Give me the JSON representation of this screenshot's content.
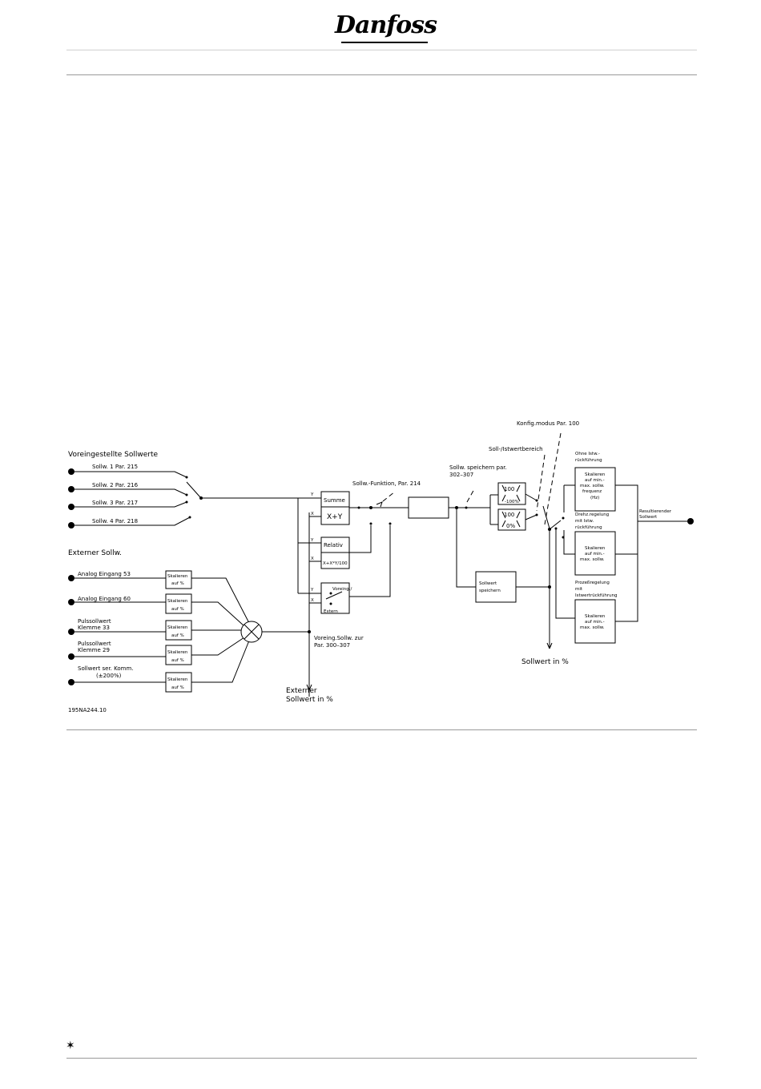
{
  "header": {
    "logo_text": "Danfoss"
  },
  "diagram": {
    "preset_title": "Voreingestellte Sollwerte",
    "presets": [
      "Sollw. 1   Par. 215",
      "Sollw. 2   Par. 216",
      "Sollw. 3   Par. 217",
      "Sollw. 4   Par. 218"
    ],
    "external_title": "Externer  Sollw.",
    "inputs": [
      [
        "Analog  Eingang  53"
      ],
      [
        "Analog  Eingang  60"
      ],
      [
        "Pulssollwert",
        "Klemme  33"
      ],
      [
        "Pulssollwert",
        "Klemme  29"
      ],
      [
        "Sollwert  ser.  Komm.",
        "(±200%)"
      ]
    ],
    "scale_line1": "Skalieren",
    "scale_line2": "auf  %",
    "func_boxes": {
      "summe": "Summe",
      "xplusy": "X+Y",
      "relativ": "Relativ",
      "relformula": "X+X*Y/100",
      "voreing": "Voreing./",
      "extern": "Extern"
    },
    "xy": {
      "x": "X",
      "y": "Y"
    },
    "func_label": "Sollw.-Funktion,  Par. 214",
    "save_label": [
      "Sollw.  speichern  par.",
      "302–307"
    ],
    "range_label": "Soll-/Istwertbereich",
    "config_label": "Konfig.modus  Par.  100",
    "range_box1": [
      "100",
      "-100%"
    ],
    "range_box2": [
      "100",
      "0%"
    ],
    "save_box": [
      "Sollwert",
      "speichern"
    ],
    "mode1_label": [
      "Ohne  Istw.-",
      "rückführung"
    ],
    "mode1_box": [
      "Skalieren",
      "auf  min.-",
      "max.  sollw.",
      "frequenz",
      "(Hz)"
    ],
    "mode2_label": [
      "Drehz.regelung",
      "mit  Istw.",
      "rückführung"
    ],
    "mode2_box": [
      "Skalieren",
      "auf  min.-",
      "max.  sollw."
    ],
    "mode3_label": [
      "Prozeßregelung",
      "mit",
      "Istwertrückführung"
    ],
    "mode3_box": [
      "Skalieren",
      "auf  min.-",
      "max.  sollw."
    ],
    "result_label": [
      "Resultierender",
      "Sollwert"
    ],
    "preset_to_label": [
      "Voreing.Sollw.  zur",
      "Par.  300–307"
    ],
    "ext_pct_label": [
      "Externer",
      "Sollwert    in  %"
    ],
    "sollwert_pct": "Sollwert   in  %",
    "fig_id": "195NA244.10"
  }
}
